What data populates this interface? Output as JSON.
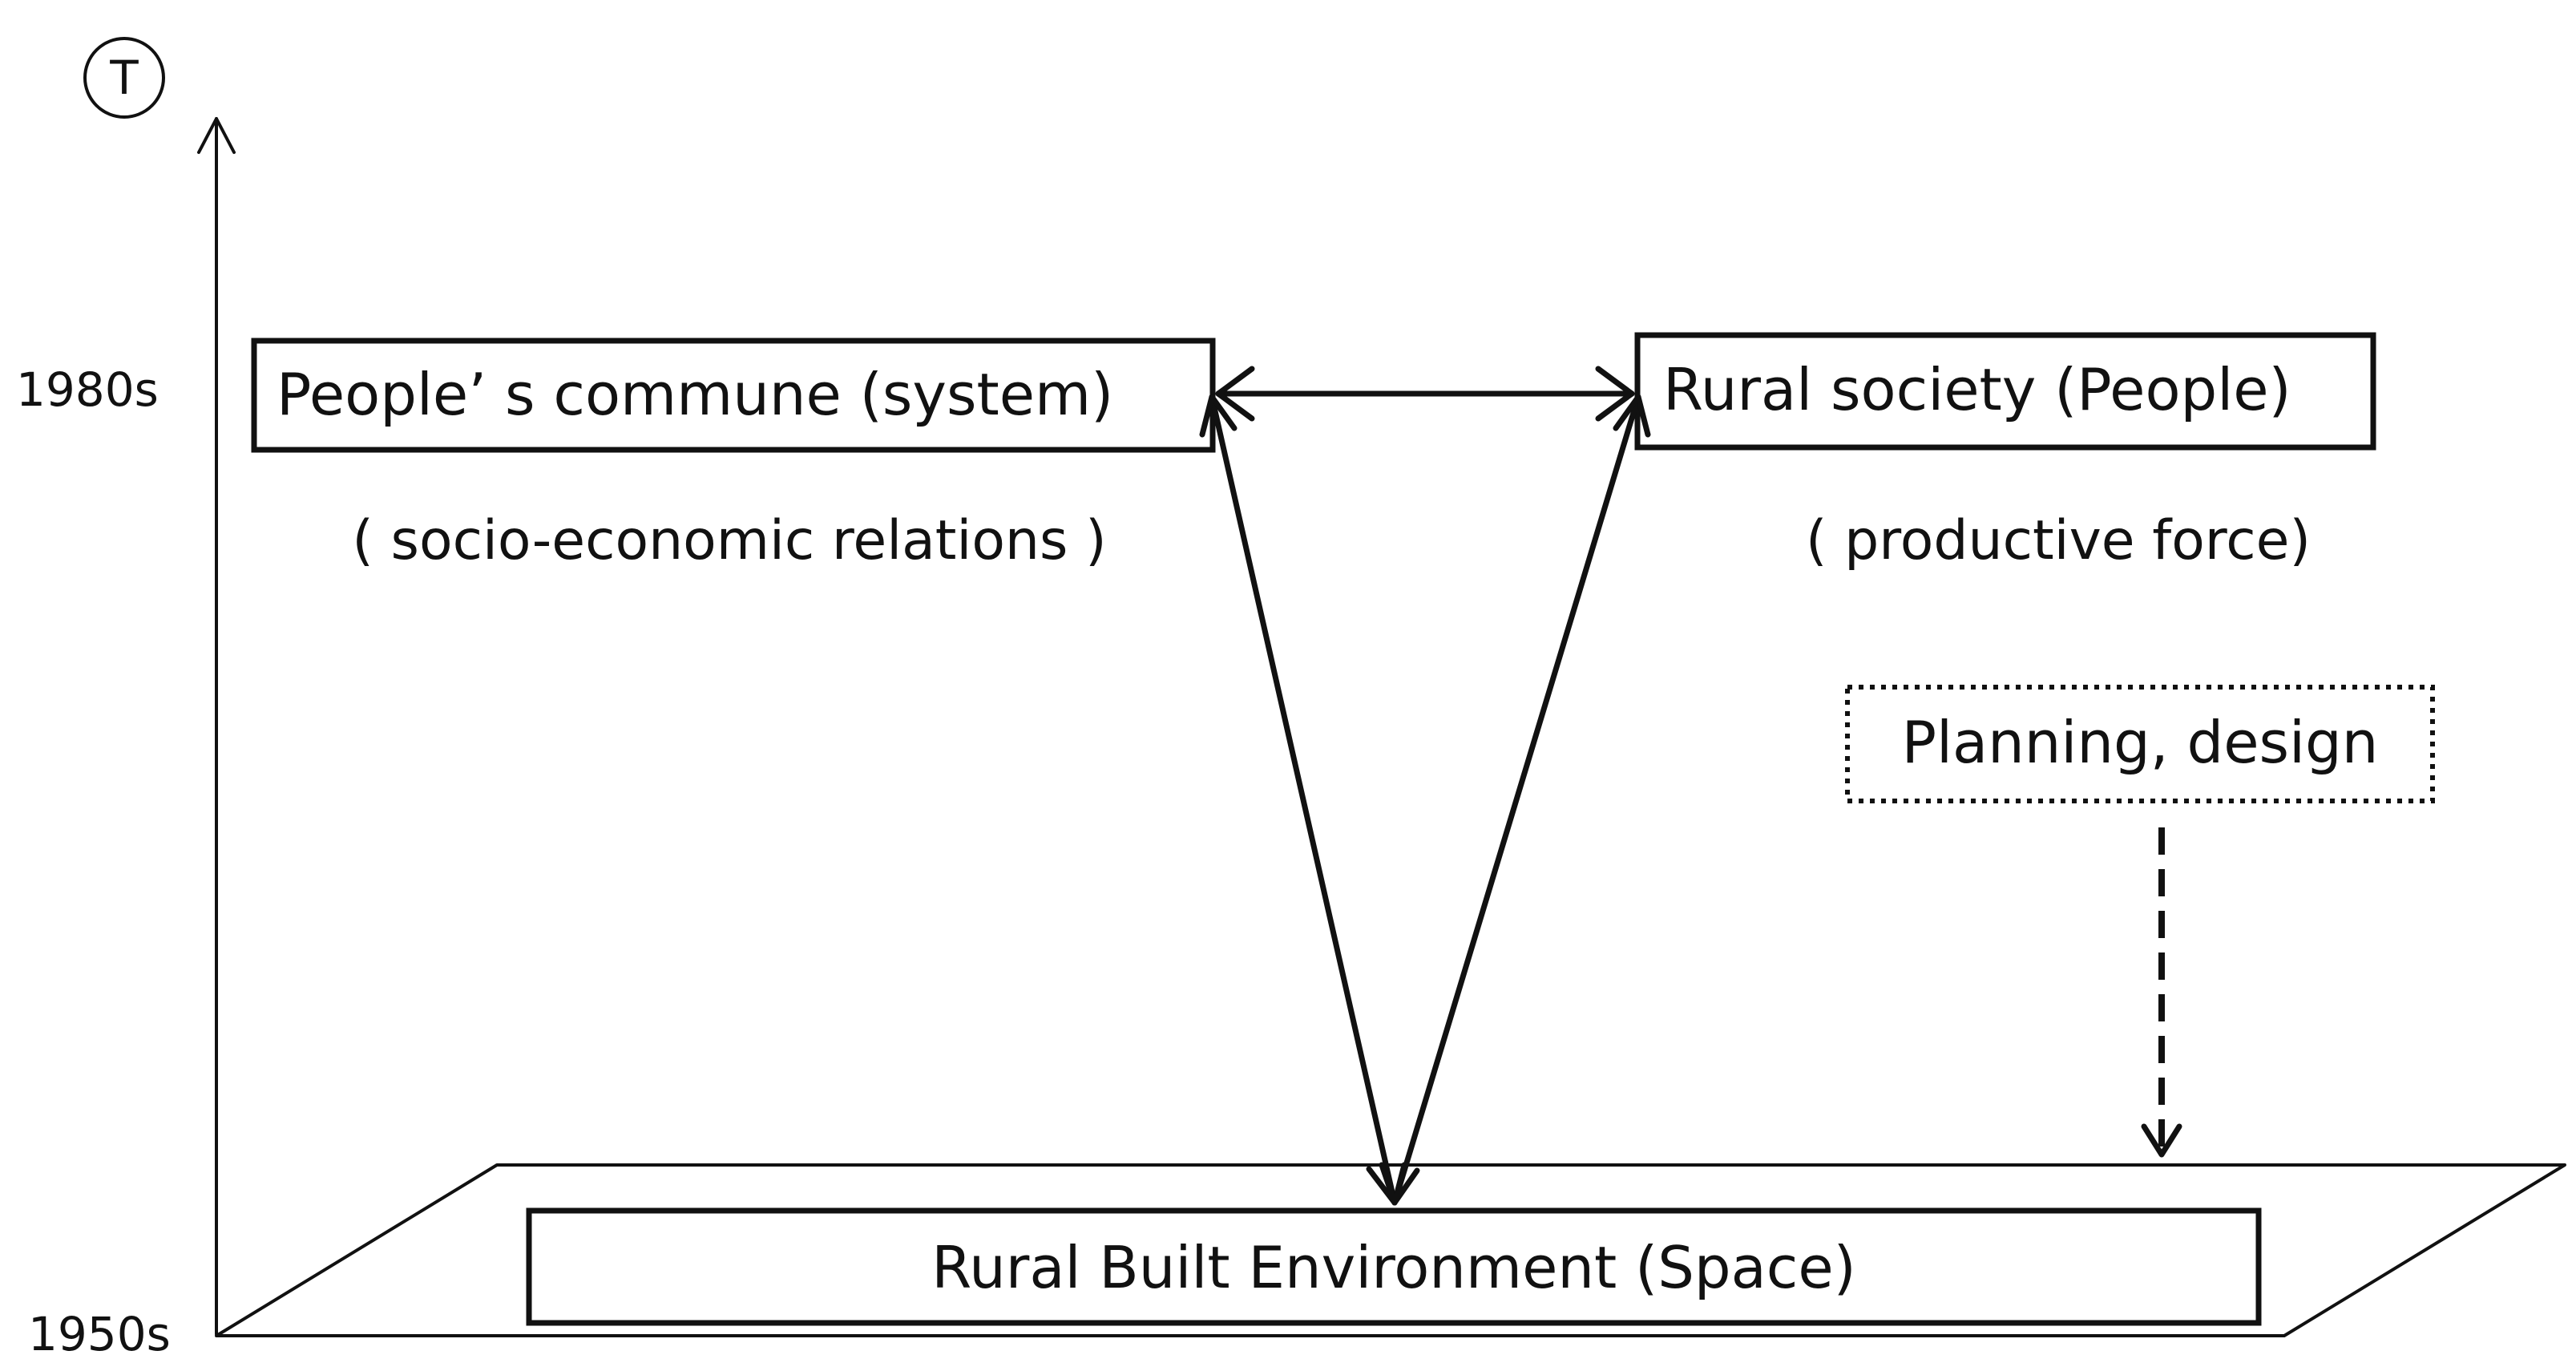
{
  "axis": {
    "symbol": "T",
    "start_label": "1950s",
    "end_label": "1980s"
  },
  "nodes": {
    "commune": {
      "label": "People’ s commune (system)",
      "sublabel": "( socio-economic relations )"
    },
    "society": {
      "label": "Rural society (People)",
      "sublabel": "( productive force)"
    },
    "planning": {
      "label": "Planning, design"
    },
    "environment": {
      "label": "Rural Built Environment (Space)"
    }
  },
  "colors": {
    "stroke": "#111111",
    "background": "#ffffff"
  }
}
